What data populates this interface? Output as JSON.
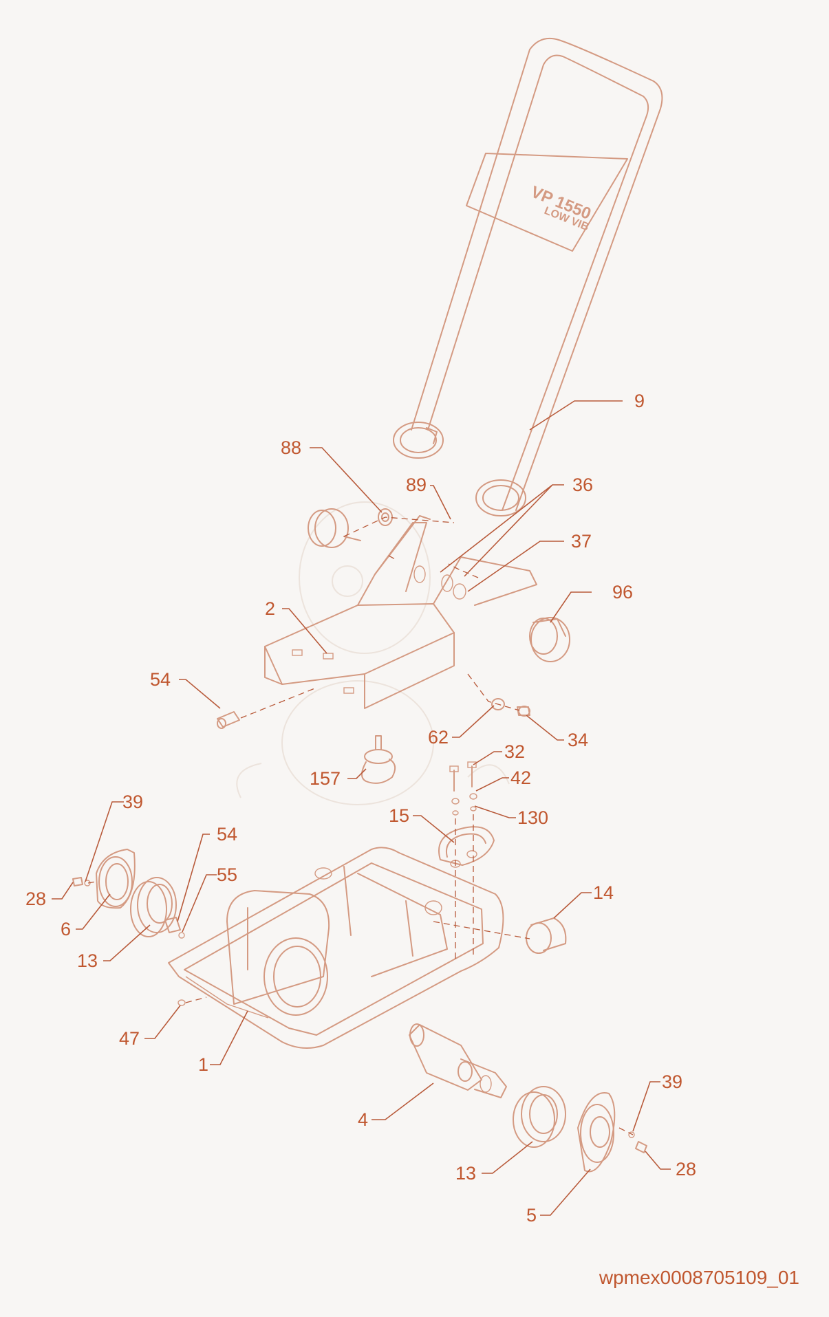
{
  "handle_brand": {
    "model": "VP 1550",
    "variant": "LOW VIB"
  },
  "colors": {
    "callout": "#c0572f",
    "drawing": "#d49a82",
    "background": "#f8f6f4"
  },
  "callouts": [
    "9",
    "88",
    "89",
    "36",
    "37",
    "96",
    "2",
    "54",
    "62",
    "34",
    "157",
    "32",
    "42",
    "130",
    "15",
    "39",
    "54",
    "55",
    "28",
    "6",
    "13",
    "14",
    "47",
    "1",
    "4",
    "39",
    "13",
    "28",
    "5"
  ],
  "drawing_ref": "wpmex0008705109_01"
}
